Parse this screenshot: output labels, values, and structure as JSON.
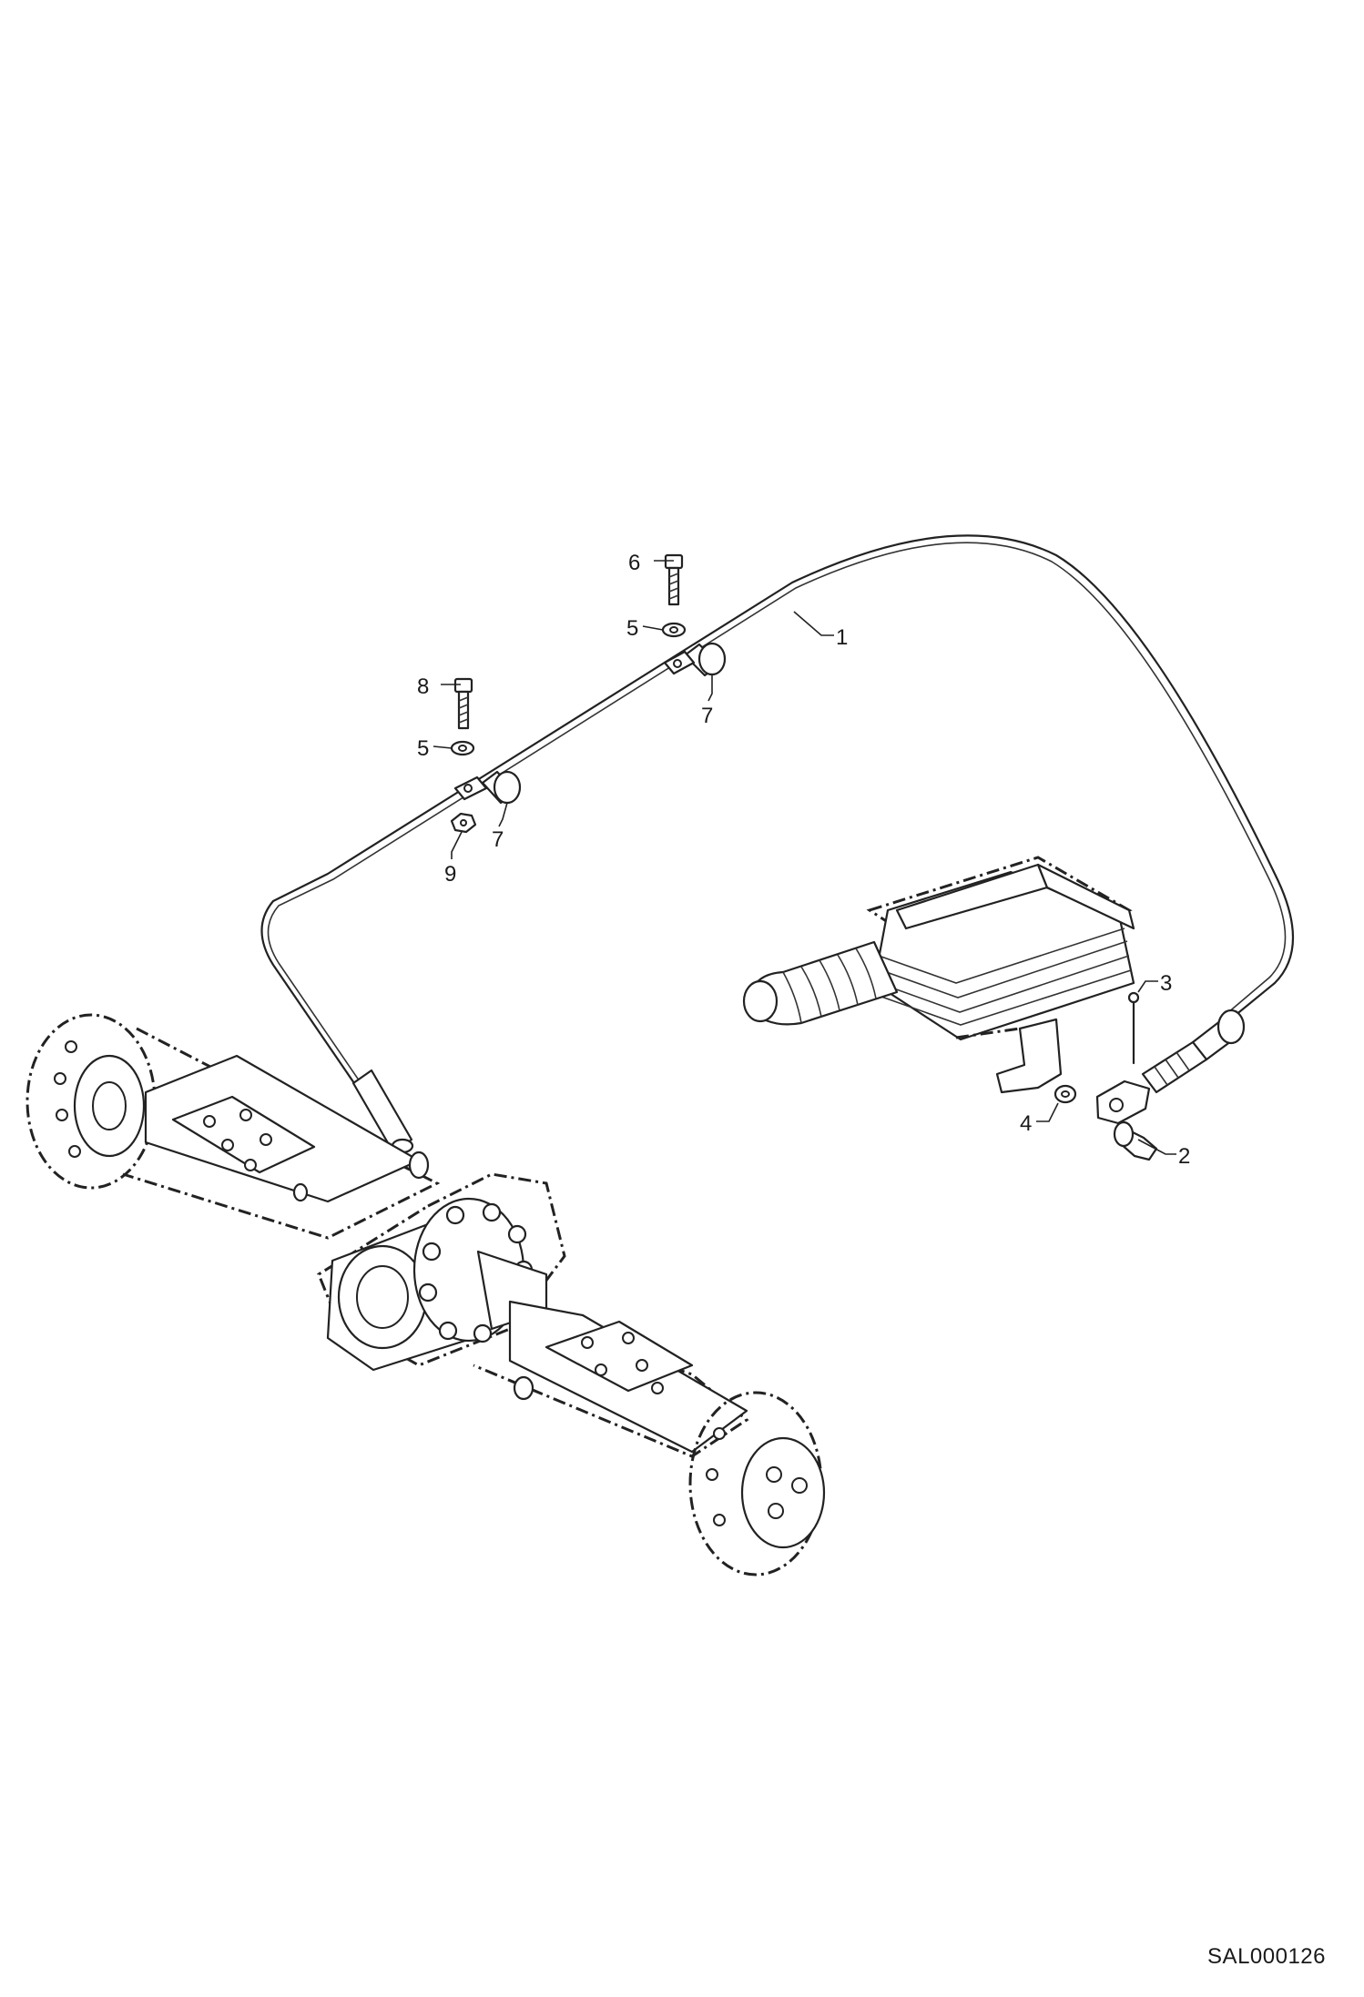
{
  "drawing_code": "SAL000126",
  "callouts": [
    {
      "id": "c1",
      "text": "1"
    },
    {
      "id": "c2",
      "text": "2"
    },
    {
      "id": "c3",
      "text": "3"
    },
    {
      "id": "c4",
      "text": "4"
    },
    {
      "id": "c5a",
      "text": "5"
    },
    {
      "id": "c5b",
      "text": "5"
    },
    {
      "id": "c6",
      "text": "6"
    },
    {
      "id": "c7a",
      "text": "7"
    },
    {
      "id": "c7b",
      "text": "7"
    },
    {
      "id": "c8",
      "text": "8"
    },
    {
      "id": "c9",
      "text": "9"
    }
  ]
}
